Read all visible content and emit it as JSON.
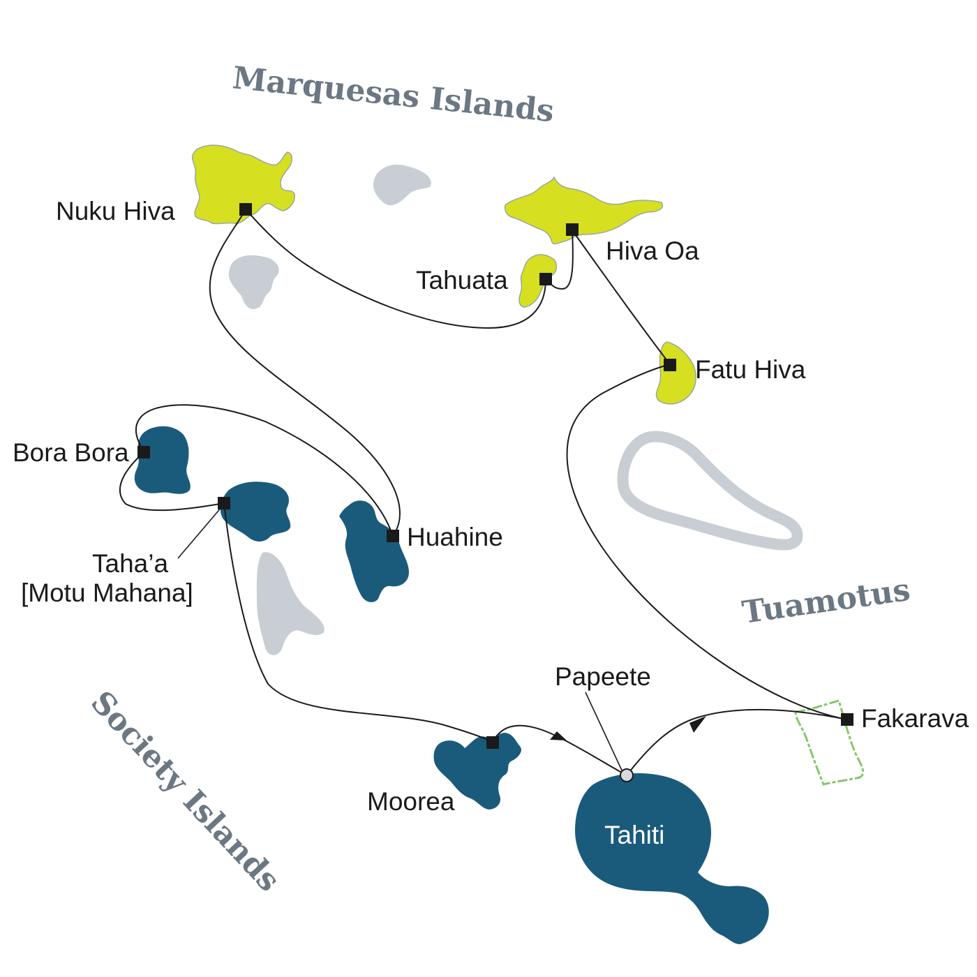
{
  "regions": {
    "marquesas": "Marquesas Islands",
    "tuamotus": "Tuamotus",
    "society": "Society Islands"
  },
  "places": {
    "nuku_hiva": "Nuku Hiva",
    "hiva_oa": "Hiva Oa",
    "tahuata": "Tahuata",
    "fatu_hiva": "Fatu Hiva",
    "bora_bora": "Bora Bora",
    "huahine": "Huahine",
    "tahaa_line1": "Taha’a",
    "tahaa_line2": "[Motu Mahana]",
    "papeete": "Papeete",
    "fakarava": "Fakarava",
    "moorea": "Moorea",
    "tahiti": "Tahiti"
  },
  "colors": {
    "marquesas_islands": "#d6e020",
    "society_islands": "#1a5b7c",
    "other_islands": "#c8ced3",
    "fakarava_outline": "#86c66a",
    "route": "#1a1a1a",
    "region_label": "#6b7783"
  },
  "route_order": [
    "Papeete",
    "Fakarava",
    "Fatu Hiva",
    "Hiva Oa",
    "Tahuata",
    "Nuku Hiva",
    "Huahine",
    "Bora Bora",
    "Taha’a [Motu Mahana]",
    "Moorea",
    "Papeete"
  ]
}
